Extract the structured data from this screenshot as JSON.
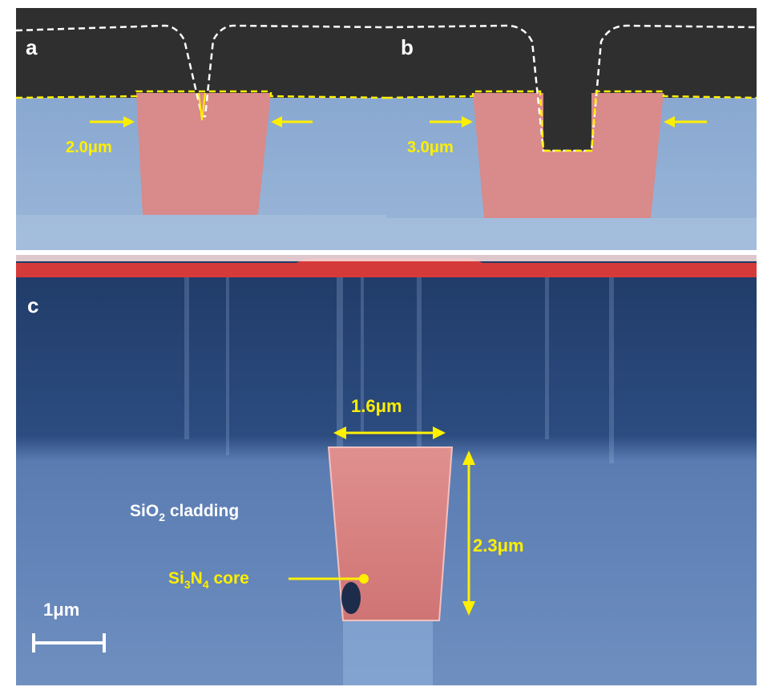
{
  "panels": {
    "a": {
      "label": "a",
      "width_text": "2.0μm"
    },
    "b": {
      "label": "b",
      "width_text": "3.0μm"
    },
    "c": {
      "label": "c",
      "width_text": "1.6μm",
      "height_text": "2.3μm",
      "cladding_label": {
        "main": "SiO",
        "sub": "2",
        "rest": " cladding"
      },
      "core_label": {
        "a": "Si",
        "a_sub": "3",
        "b": "N",
        "b_sub": "4",
        "rest": " core"
      },
      "scale_bar_text": "1μm"
    }
  },
  "colors": {
    "cladding_blue": "#6f8fc0",
    "core_red": "#d97a7a",
    "dark_top": "#2f2f2f",
    "annotation_yellow": "#ffef00",
    "outline_white": "#ffffff",
    "top_layer_red": "#d53a3a"
  }
}
